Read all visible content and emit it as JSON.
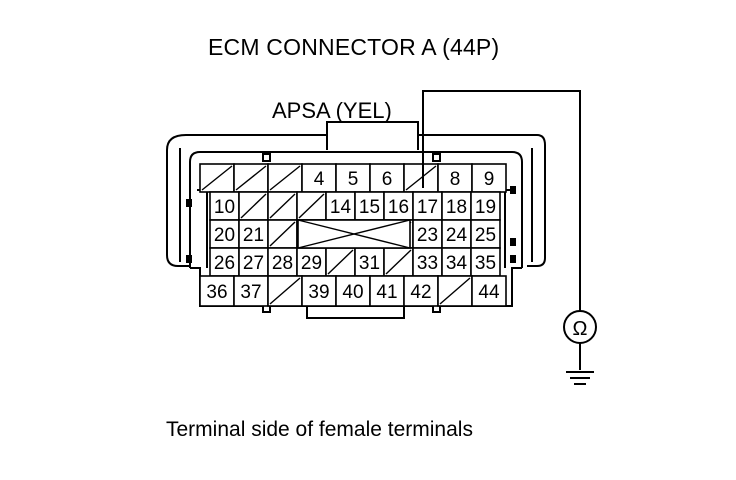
{
  "title": "ECM CONNECTOR A (44P)",
  "wire_label": "APSA (YEL)",
  "caption": "Terminal side of female terminals",
  "meter_symbol": "Ω",
  "meter_icon": "ohmmeter-icon",
  "ground_icon": "ground-icon",
  "terminals": {
    "row1": [
      "",
      "",
      "",
      "4",
      "5",
      "6",
      "",
      "8",
      "9"
    ],
    "row2": [
      "10",
      "",
      "",
      "",
      "14",
      "15",
      "16",
      "17",
      "18",
      "19"
    ],
    "row3": [
      "20",
      "21",
      "",
      "",
      "",
      "",
      "",
      "23",
      "24",
      "25"
    ],
    "row4": [
      "26",
      "27",
      "28",
      "29",
      "",
      "31",
      "",
      "33",
      "34",
      "35"
    ],
    "row5": [
      "36",
      "37",
      "",
      "39",
      "40",
      "41",
      "42",
      "",
      "44"
    ]
  },
  "probe_terminal": "7",
  "colors": {
    "line": "#000000",
    "background": "#ffffff"
  }
}
